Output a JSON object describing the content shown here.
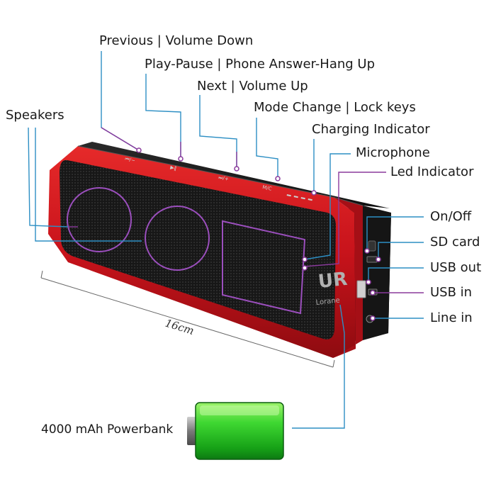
{
  "labels": {
    "previous": "Previous | Volume Down",
    "play_pause": "Play-Pause | Phone Answer-Hang Up",
    "next": "Next | Volume Up",
    "mode": "Mode Change | Lock keys",
    "charging": "Charging Indicator",
    "microphone": "Microphone",
    "led": "Led Indicator",
    "speakers": "Speakers",
    "on_off": "On/Off",
    "sd_card": "SD card",
    "usb_out": "USB out",
    "usb_in": "USB in",
    "line_in": "Line in",
    "powerbank": "4000 mAh Powerbank",
    "dimension": "16cm"
  },
  "brand": {
    "logo_text": "Lorane"
  },
  "colors": {
    "callout_line": "#2d8fc4",
    "callout_dot": "#8a3a9c",
    "highlight_circle": "#9b4fbd",
    "speaker_body": "#c8131b",
    "battery_green": "#2fc62a"
  },
  "icons": {
    "battery": "battery-icon",
    "logo": "lorane-logo-icon"
  }
}
